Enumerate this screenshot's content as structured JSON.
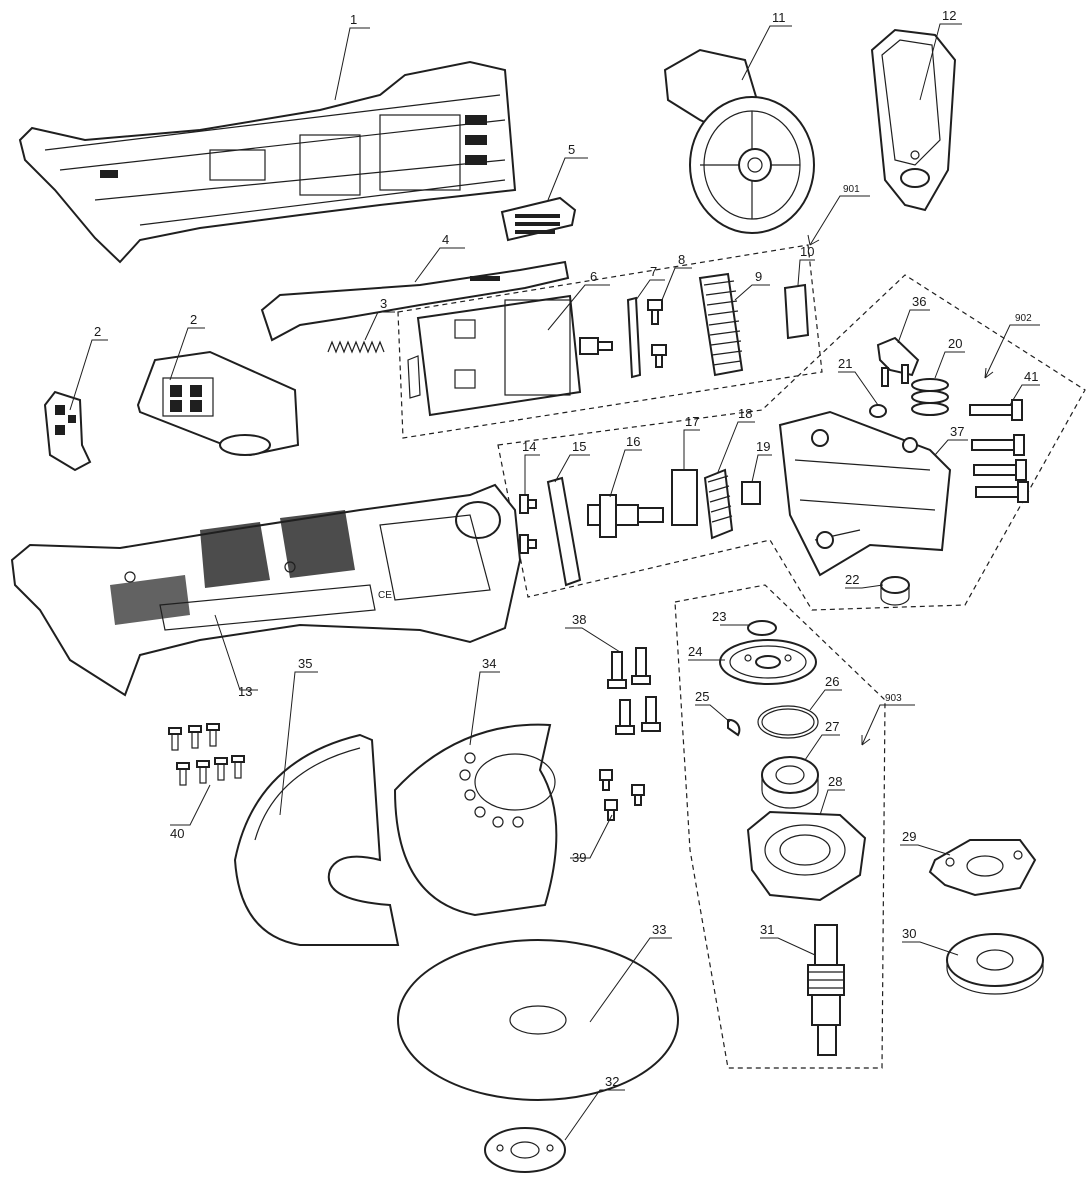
{
  "parts": [
    {
      "id": "part-1",
      "label": "1"
    },
    {
      "id": "part-2a",
      "label": "2"
    },
    {
      "id": "part-2b",
      "label": "2"
    },
    {
      "id": "part-3",
      "label": "3"
    },
    {
      "id": "part-4",
      "label": "4"
    },
    {
      "id": "part-5",
      "label": "5"
    },
    {
      "id": "part-6",
      "label": "6"
    },
    {
      "id": "part-7",
      "label": "7"
    },
    {
      "id": "part-8",
      "label": "8"
    },
    {
      "id": "part-9",
      "label": "9"
    },
    {
      "id": "part-10",
      "label": "10"
    },
    {
      "id": "part-11",
      "label": "11"
    },
    {
      "id": "part-12",
      "label": "12"
    },
    {
      "id": "part-13",
      "label": "13"
    },
    {
      "id": "part-14",
      "label": "14"
    },
    {
      "id": "part-15",
      "label": "15"
    },
    {
      "id": "part-16",
      "label": "16"
    },
    {
      "id": "part-17",
      "label": "17"
    },
    {
      "id": "part-18",
      "label": "18"
    },
    {
      "id": "part-19",
      "label": "19"
    },
    {
      "id": "part-20",
      "label": "20"
    },
    {
      "id": "part-21",
      "label": "21"
    },
    {
      "id": "part-22",
      "label": "22"
    },
    {
      "id": "part-23",
      "label": "23"
    },
    {
      "id": "part-24",
      "label": "24"
    },
    {
      "id": "part-25",
      "label": "25"
    },
    {
      "id": "part-26",
      "label": "26"
    },
    {
      "id": "part-27",
      "label": "27"
    },
    {
      "id": "part-28",
      "label": "28"
    },
    {
      "id": "part-29",
      "label": "29"
    },
    {
      "id": "part-30",
      "label": "30"
    },
    {
      "id": "part-31",
      "label": "31"
    },
    {
      "id": "part-32",
      "label": "32"
    },
    {
      "id": "part-33",
      "label": "33"
    },
    {
      "id": "part-34",
      "label": "34"
    },
    {
      "id": "part-35",
      "label": "35"
    },
    {
      "id": "part-36",
      "label": "36"
    },
    {
      "id": "part-37",
      "label": "37"
    },
    {
      "id": "part-38",
      "label": "38"
    },
    {
      "id": "part-39",
      "label": "39"
    },
    {
      "id": "part-40",
      "label": "40"
    },
    {
      "id": "part-41",
      "label": "41"
    }
  ],
  "groups": [
    {
      "id": "group-901",
      "label": "901"
    },
    {
      "id": "group-902",
      "label": "902"
    },
    {
      "id": "group-903",
      "label": "903"
    }
  ]
}
